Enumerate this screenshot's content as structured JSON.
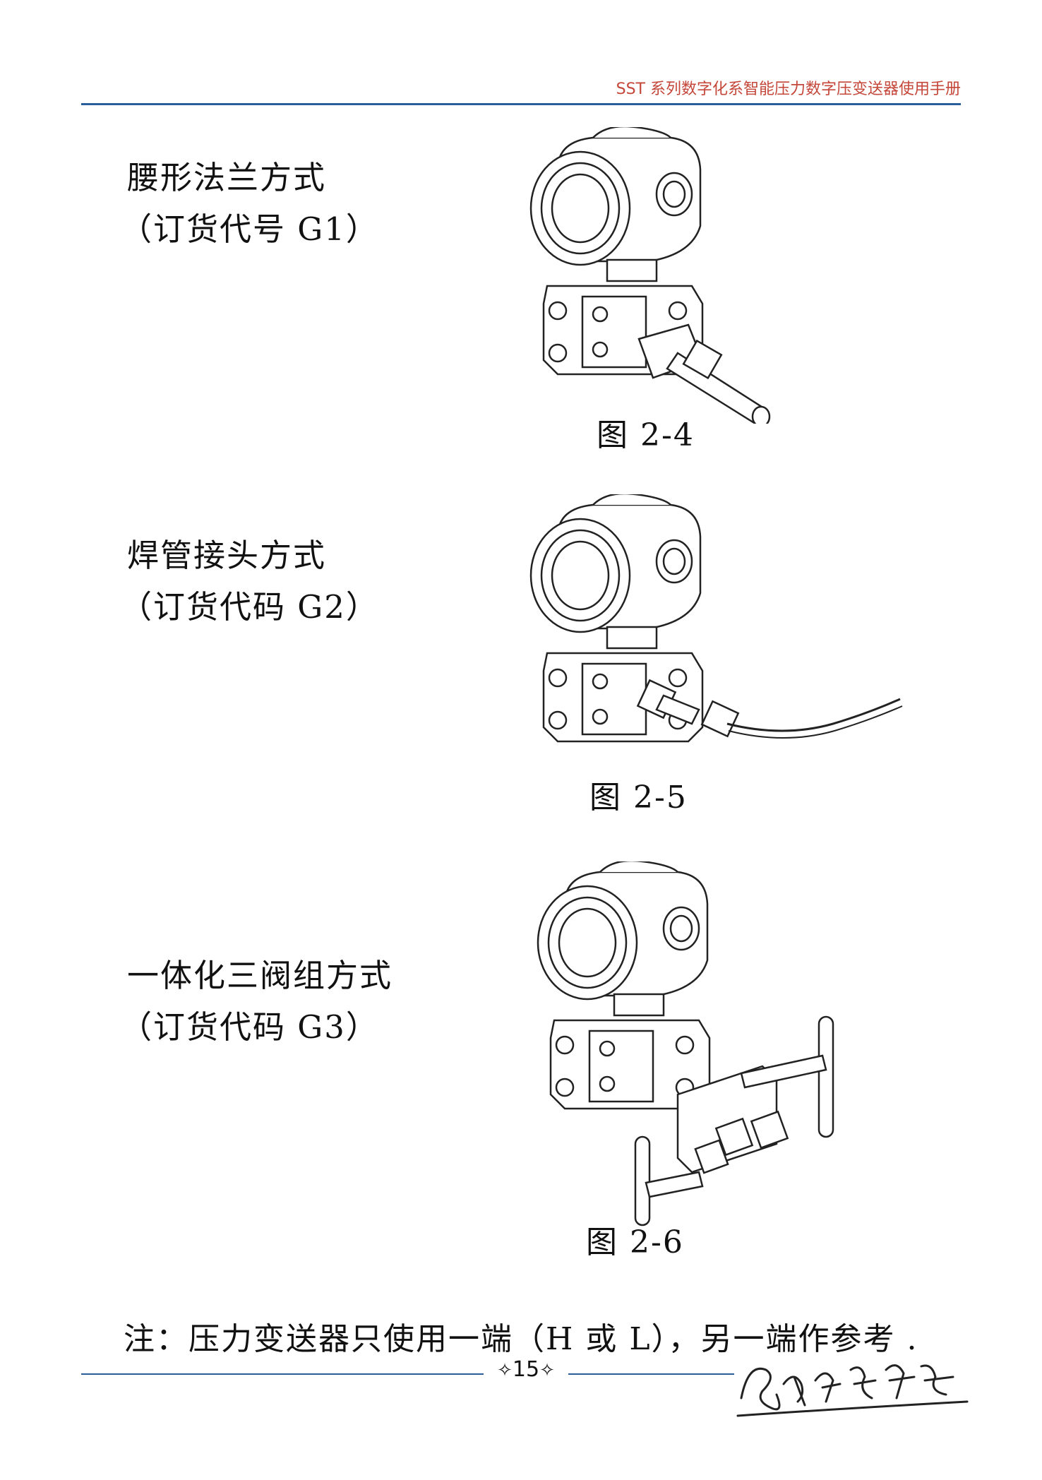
{
  "header": {
    "title": "SST 系列数字化系智能压力数字压变送器使用手册"
  },
  "sections": [
    {
      "title": "腰形法兰方式",
      "code": "（订货代号 G1）",
      "caption": "图 2-4"
    },
    {
      "title": "焊管接头方式",
      "code": "（订货代码 G2）",
      "caption": "图 2-5"
    },
    {
      "title": "一体化三阀组方式",
      "code": "（订货代码 G3）",
      "caption": "图 2-6"
    }
  ],
  "note": "注：压力变送器只使用一端（H 或 L），另一端作参考 .",
  "footer": {
    "page_number": "15",
    "page_deco_left": "✧",
    "page_deco_right": "✧"
  },
  "colors": {
    "header_text": "#c4473a",
    "rule": "#2a5d9b"
  }
}
